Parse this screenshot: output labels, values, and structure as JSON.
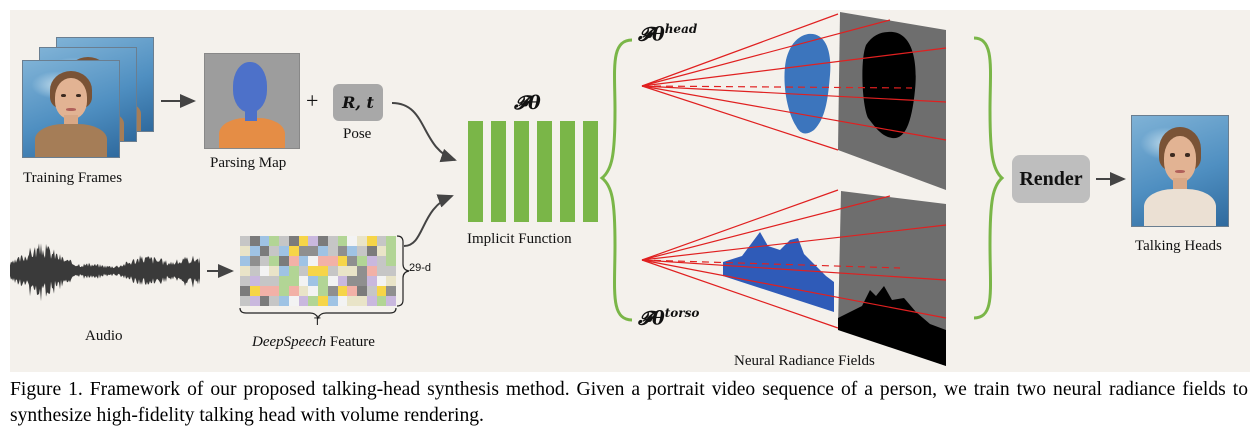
{
  "labels": {
    "training_frames": "Training Frames",
    "parsing_map": "Parsing Map",
    "plus": "+",
    "pose_symbol": "R, t",
    "pose": "Pose",
    "f_theta": "𝓕θ",
    "implicit_function": "Implicit Function",
    "head_field": "𝓕θ",
    "head_sup": "head",
    "torso_field": "𝓕θ",
    "torso_sup": "torso",
    "neural_radiance_fields": "Neural Radiance Fields",
    "render": "Render",
    "talking_heads": "Talking Heads",
    "audio": "Audio",
    "feature_dim": "29-d",
    "feature_len": "T",
    "deepspeech": "DeepSpeech",
    "feature": " Feature"
  },
  "caption": "Figure 1. Framework of our proposed talking-head synthesis method. Given a portrait video sequence of a person, we train two neural radiance fields to synthesize high-fidelity talking head with volume rendering.",
  "colors": {
    "bars": "#7ab648",
    "brace": "#7ab648",
    "rays": "#e02020",
    "head_volume": "#3c75bd",
    "torso_volume": "#2f5bb8",
    "screen": "#6e6e6e",
    "mask": "#000000",
    "panel": "#f4f1ec"
  },
  "feature_palette": [
    "#f6d548",
    "#9fc3e4",
    "#b2d595",
    "#f2b1a7",
    "#c6c6c6",
    "#7b7b7b",
    "#e9e4c8",
    "#f3f3f3",
    "#c9b8de",
    "#8f8f8f"
  ]
}
